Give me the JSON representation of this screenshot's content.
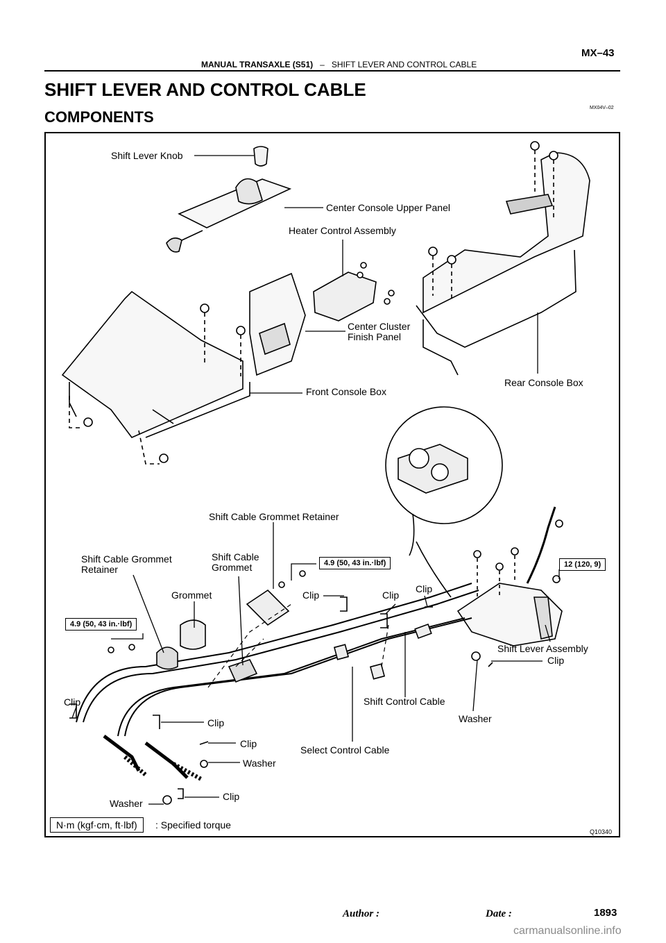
{
  "header": {
    "section": "MANUAL TRANSAXLE (S51)",
    "dash": "–",
    "topic": "SHIFT LEVER AND CONTROL CABLE",
    "page": "MX–43"
  },
  "title": "SHIFT LEVER AND CONTROL CABLE",
  "subtitle": "COMPONENTS",
  "doc_id": "MX04V–02",
  "labels": {
    "shift_lever_knob": "Shift Lever Knob",
    "center_console_upper_panel": "Center Console Upper Panel",
    "heater_control_assembly": "Heater Control Assembly",
    "center_cluster_finish_panel": "Center Cluster\nFinish Panel",
    "front_console_box": "Front Console Box",
    "rear_console_box": "Rear Console Box",
    "shift_cable_grommet_retainer_top": "Shift Cable Grommet Retainer",
    "shift_cable_grommet_retainer_left": "Shift Cable Grommet\nRetainer",
    "shift_cable_grommet": "Shift Cable\nGrommet",
    "grommet": "Grommet",
    "clip_a": "Clip",
    "clip_b": "Clip",
    "clip_c": "Clip",
    "shift_lever_assembly": "Shift Lever Assembly",
    "clip_d": "Clip",
    "clip_e": "Clip",
    "shift_control_cable": "Shift Control Cable",
    "washer_right": "Washer",
    "clip_f": "Clip",
    "clip_g": "Clip",
    "select_control_cable": "Select Control Cable",
    "washer_mid": "Washer",
    "clip_h": "Clip",
    "washer_bottom": "Washer"
  },
  "torques": {
    "t_upper": "4.9 (50, 43 in.·lbf)",
    "t_left": "4.9 (50, 43 in.·lbf)",
    "t_right": "12 (120, 9)"
  },
  "legend": {
    "box": "N·m (kgf·cm, ft·lbf)",
    "text": ": Specified torque"
  },
  "figure_code": "Q10340",
  "footer": {
    "author": "Author :",
    "date": "Date :",
    "number": "1893"
  },
  "watermark": "carmanualsonline.info"
}
